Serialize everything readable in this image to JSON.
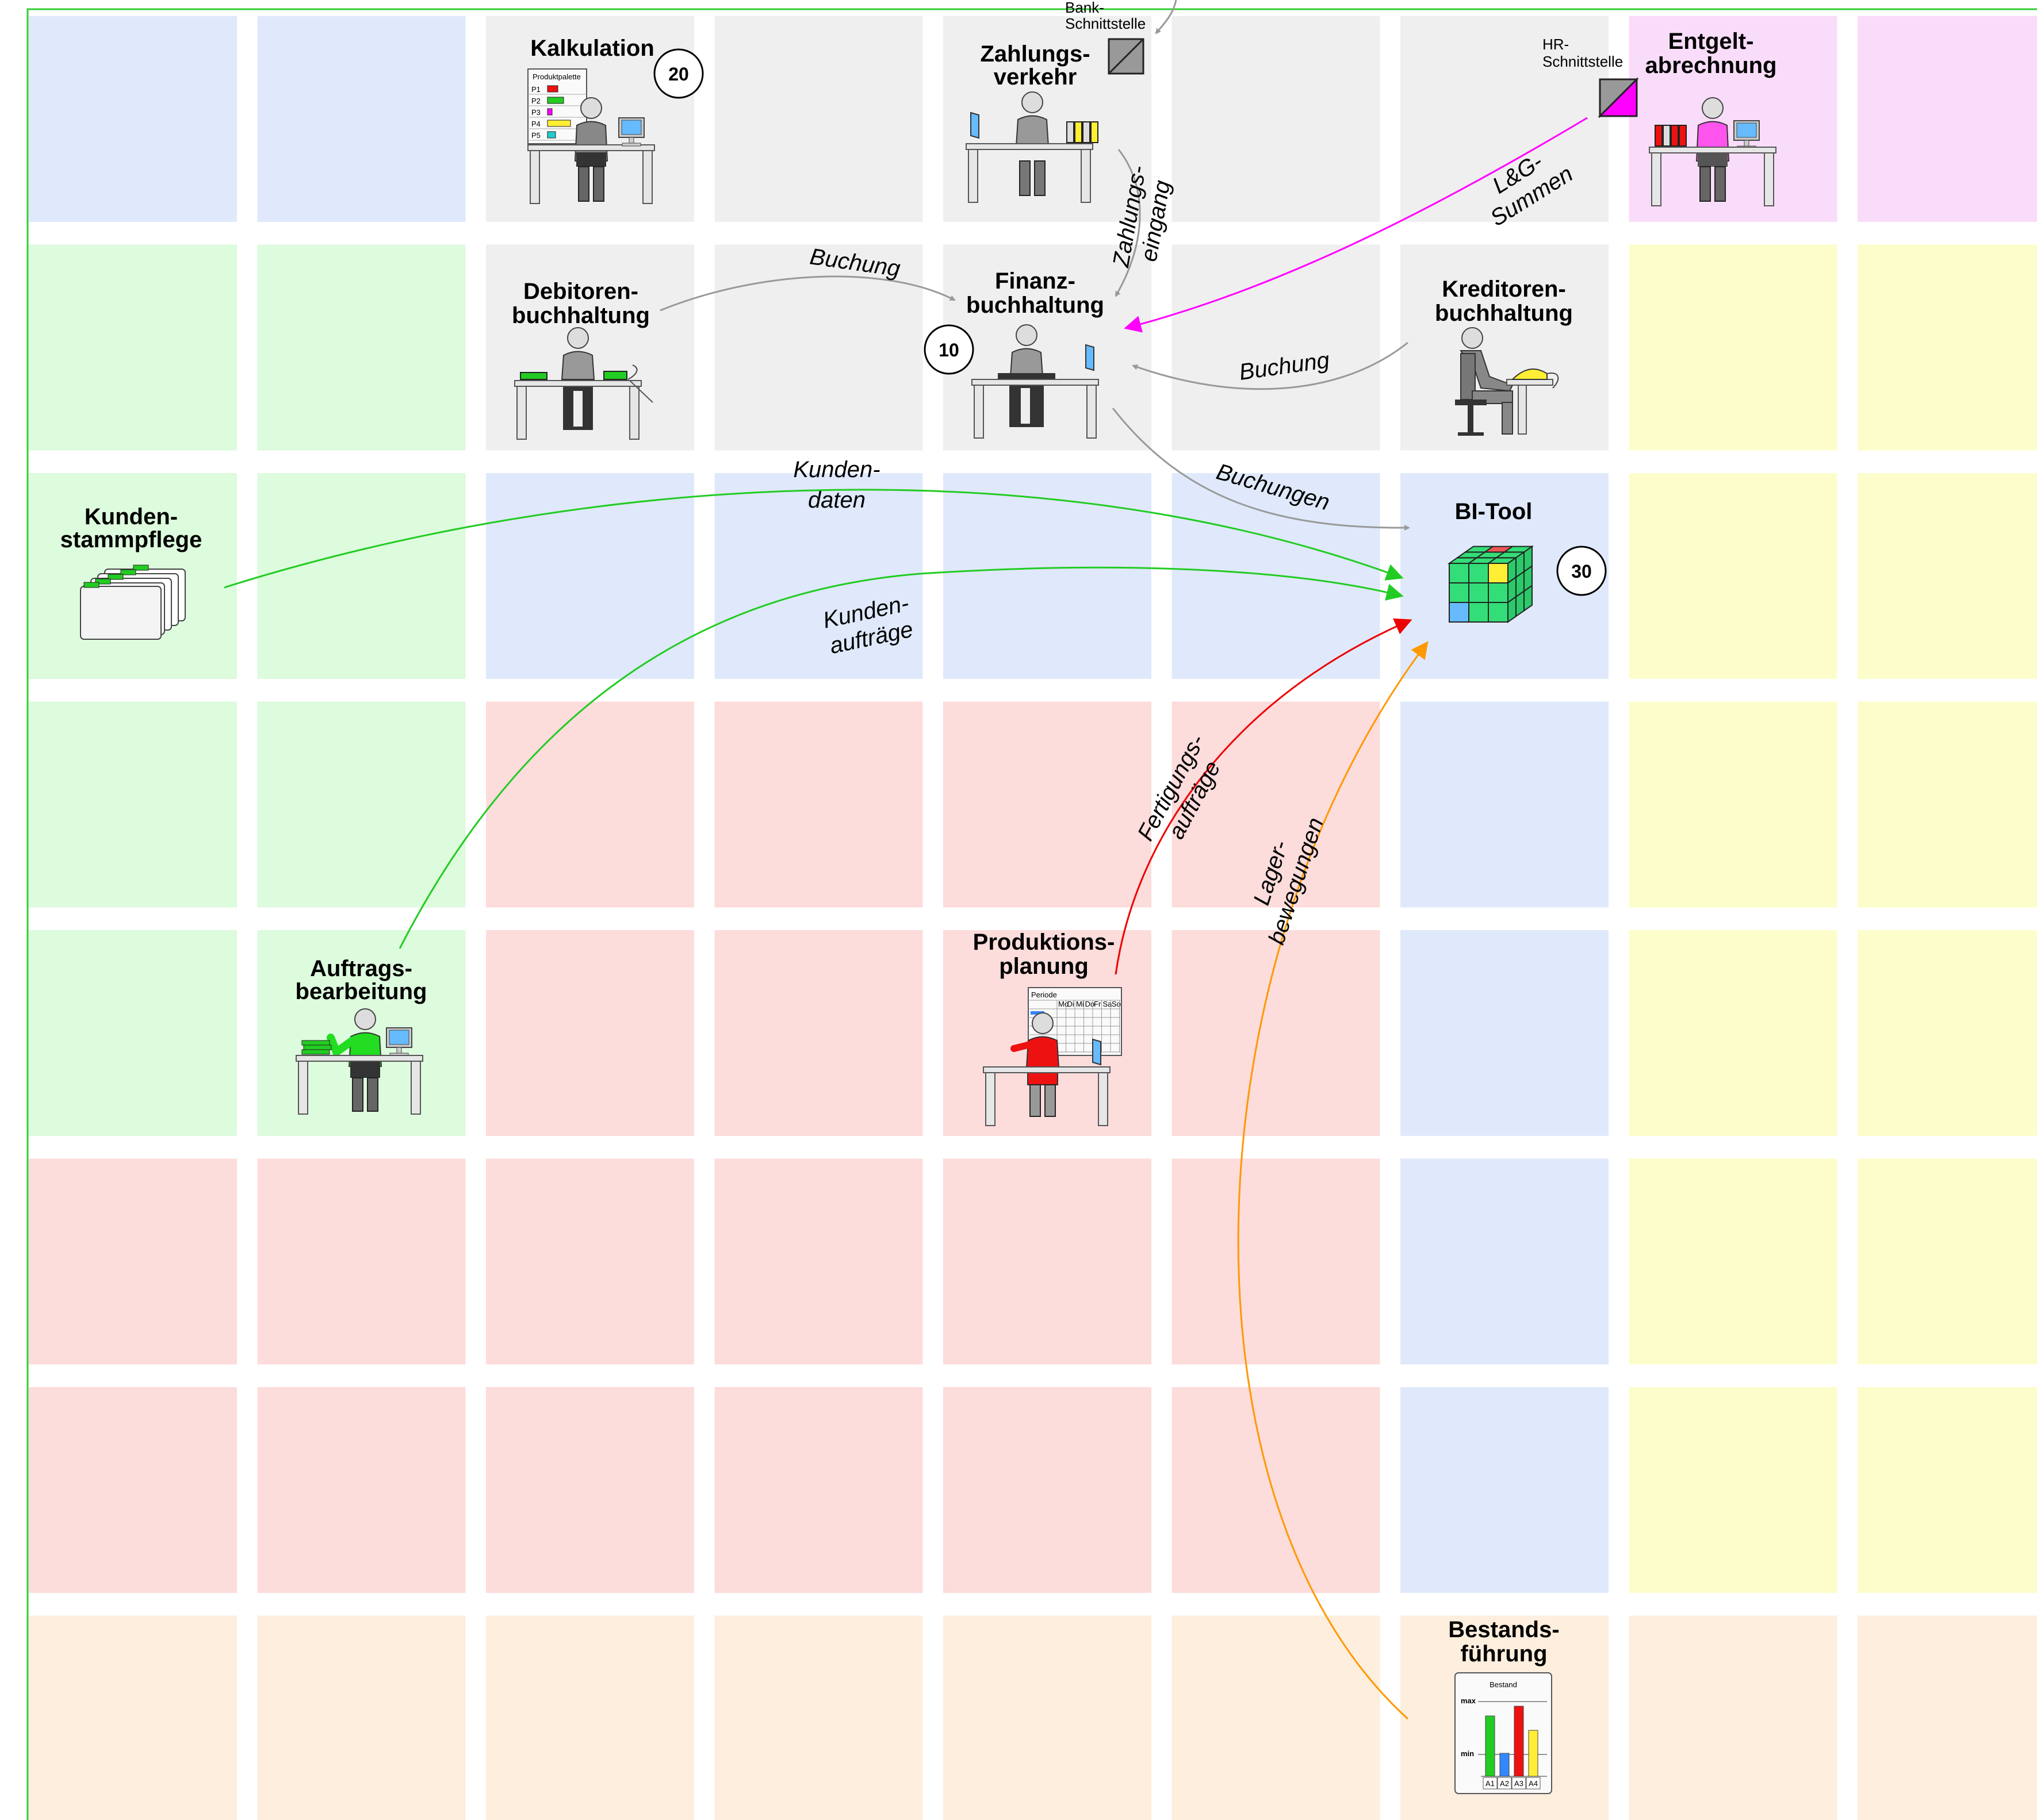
{
  "grid": {
    "cols": 9,
    "rows": 8,
    "cells": [
      [
        "#dfe9fb",
        "#dfe9fb",
        "#efefef",
        "#efefef",
        "#efefef",
        "#efefef",
        "#efefef",
        "#f9dcf9",
        "#f9dcf9"
      ],
      [
        "#ddfbdd",
        "#ddfbdd",
        "#efefef",
        "#efefef",
        "#efefef",
        "#efefef",
        "#efefef",
        "#fdfdcc",
        "#fdfdcc"
      ],
      [
        "#ddfbdd",
        "#ddfbdd",
        "#dfe9fb",
        "#dfe9fb",
        "#dfe9fb",
        "#dfe9fb",
        "#dfe9fb",
        "#fdfdcc",
        "#fdfdcc"
      ],
      [
        "#ddfbdd",
        "#ddfbdd",
        "#fddcdc",
        "#fddcdc",
        "#fddcdc",
        "#fddcdc",
        "#dfe9fb",
        "#fdfdcc",
        "#fdfdcc"
      ],
      [
        "#ddfbdd",
        "#ddfbdd",
        "#fddcdc",
        "#fddcdc",
        "#fddcdc",
        "#fddcdc",
        "#dfe9fb",
        "#fdfdcc",
        "#fdfdcc"
      ],
      [
        "#fddcdc",
        "#fddcdc",
        "#fddcdc",
        "#fddcdc",
        "#fddcdc",
        "#fddcdc",
        "#dfe9fb",
        "#fdfdcc",
        "#fdfdcc"
      ],
      [
        "#fddcdc",
        "#fddcdc",
        "#fddcdc",
        "#fddcdc",
        "#fddcdc",
        "#fddcdc",
        "#dfe9fb",
        "#fdfdcc",
        "#fdfdcc"
      ],
      [
        "#feeedd",
        "#feeedd",
        "#feeedd",
        "#feeedd",
        "#feeedd",
        "#feeedd",
        "#feeedd",
        "#feeedd",
        "#feeedd"
      ]
    ]
  },
  "nodes": {
    "kalkulation": {
      "line1": "Kalkulation",
      "badge": "20",
      "palette_title": "Produktpalette",
      "palette_rows": [
        "P1",
        "P2",
        "P3",
        "P4",
        "P5"
      ]
    },
    "zahlungsverkehr": {
      "line1": "Zahlungs-",
      "line2": "verkehr"
    },
    "entgeltabrechnung": {
      "line1": "Entgelt-",
      "line2": "abrechnung"
    },
    "debitorenbuchhaltung": {
      "line1": "Debitoren-",
      "line2": "buchhaltung"
    },
    "finanzbuchhaltung": {
      "line1": "Finanz-",
      "line2": "buchhaltung",
      "badge": "10"
    },
    "kreditorenbuchhaltung": {
      "line1": "Kreditoren-",
      "line2": "buchhaltung"
    },
    "kundenstammpflege": {
      "line1": "Kunden-",
      "line2": "stammpflege"
    },
    "bitool": {
      "line1": "BI-Tool",
      "badge": "30"
    },
    "auftragsbearbeitung": {
      "line1": "Auftrags-",
      "line2": "bearbeitung"
    },
    "produktionsplanung": {
      "line1": "Produktions-",
      "line2": "planung",
      "calendar_title": "Periode",
      "calendar_days": [
        "Mo",
        "Di",
        "Mi",
        "Do",
        "Fr",
        "Sa",
        "So"
      ]
    },
    "bestandsfuehrung": {
      "line1": "Bestands-",
      "line2": "führung",
      "chart_title": "Bestand",
      "max_label": "max",
      "min_label": "min",
      "bars": [
        "A1",
        "A2",
        "A3",
        "A4"
      ]
    }
  },
  "interfaces": {
    "bank": {
      "line1": "Bank-",
      "line2": "Schnittstelle"
    },
    "hr": {
      "line1": "HR-",
      "line2": "Schnittstelle"
    }
  },
  "flows": {
    "zahlungseingang": {
      "line1": "Zahlungs-",
      "line2": "eingang",
      "color": "#999999"
    },
    "lg_summen": {
      "line1": "L&G-",
      "line2": "Summen",
      "color": "#ff00ff"
    },
    "buchung_deb": {
      "line1": "Buchung",
      "color": "#999999"
    },
    "buchung_kred": {
      "line1": "Buchung",
      "color": "#999999"
    },
    "buchungen": {
      "line1": "Buchungen",
      "color": "#999999"
    },
    "kundendaten": {
      "line1": "Kunden-",
      "line2": "daten",
      "color": "#22cc22"
    },
    "kundenauftraege": {
      "line1": "Kunden-",
      "line2": "aufträge",
      "color": "#22cc22"
    },
    "fertigungsauftraege": {
      "line1": "Fertigungs-",
      "line2": "aufträge",
      "color": "#ee0000"
    },
    "lagerbewegungen": {
      "line1": "Lager-",
      "line2": "bewegungen",
      "color": "#ff9900"
    }
  },
  "colors": {
    "frame": "#33cc33",
    "person_default": "#999999",
    "person_pink": "#ff55ee",
    "person_green": "#22dd22",
    "person_red": "#ee1111"
  }
}
